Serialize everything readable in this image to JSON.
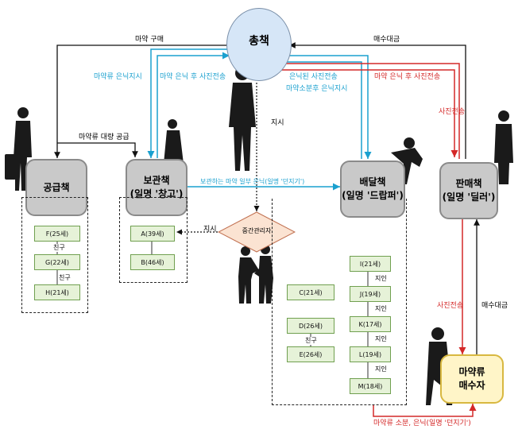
{
  "boss": {
    "label": "총책"
  },
  "supplier": {
    "label": "공급책",
    "members": [
      "F(25세)",
      "G(22세)",
      "H(21세)"
    ],
    "relations": [
      "친구",
      "친구"
    ]
  },
  "storage": {
    "label": "보관책",
    "alias": "(일명 '창고')",
    "members": [
      "A(39세)",
      "B(46세)"
    ]
  },
  "delivery": {
    "label": "배달책",
    "alias": "(일명 '드랍퍼')",
    "members_left": [
      "C(21세)",
      "D(26세)",
      "E(26세)"
    ],
    "left_relations": [
      "친구"
    ],
    "members_right": [
      "I(21세)",
      "J(19세)",
      "K(17세)",
      "L(19세)",
      "M(18세)"
    ],
    "right_relations": [
      "지인",
      "지인",
      "지인",
      "지인"
    ]
  },
  "seller": {
    "label": "판매책",
    "alias": "(일명 '딜러')"
  },
  "buyer": {
    "label": "마약류",
    "label2": "매수자"
  },
  "middle_manager": {
    "label": "중간관리자"
  },
  "flows": {
    "buy_drugs": "마약 구매",
    "payment_top": "매수대금",
    "hide_order": "마약류 은닉지시",
    "photo_after_hide": "마약 은닉 후 사진전송",
    "hidden_photo": "은닉된 사진전송",
    "small_hide_order": "마약소분후 은닉지시",
    "red_photo_after_hide": "마약 은닉 후 사진전송",
    "photo_send": "사진전송",
    "instruct": "지시",
    "bulk_supply": "마약류 대량 공급",
    "store_part_hide": "보관하는 마약 일부 은닉(일명 '던지기')",
    "instruct2": "지시",
    "buyer_photo": "사진전송",
    "buyer_payment": "매수대금",
    "small_hide": "마약류 소분, 은닉(일명 '던지기')"
  },
  "colors": {
    "blue": "#1aa0cf",
    "red": "#d42828",
    "box": "#c9c9c9",
    "buyer": "#fff5c8",
    "boss": "#d6e6f7",
    "person": "#e6f2d8"
  }
}
